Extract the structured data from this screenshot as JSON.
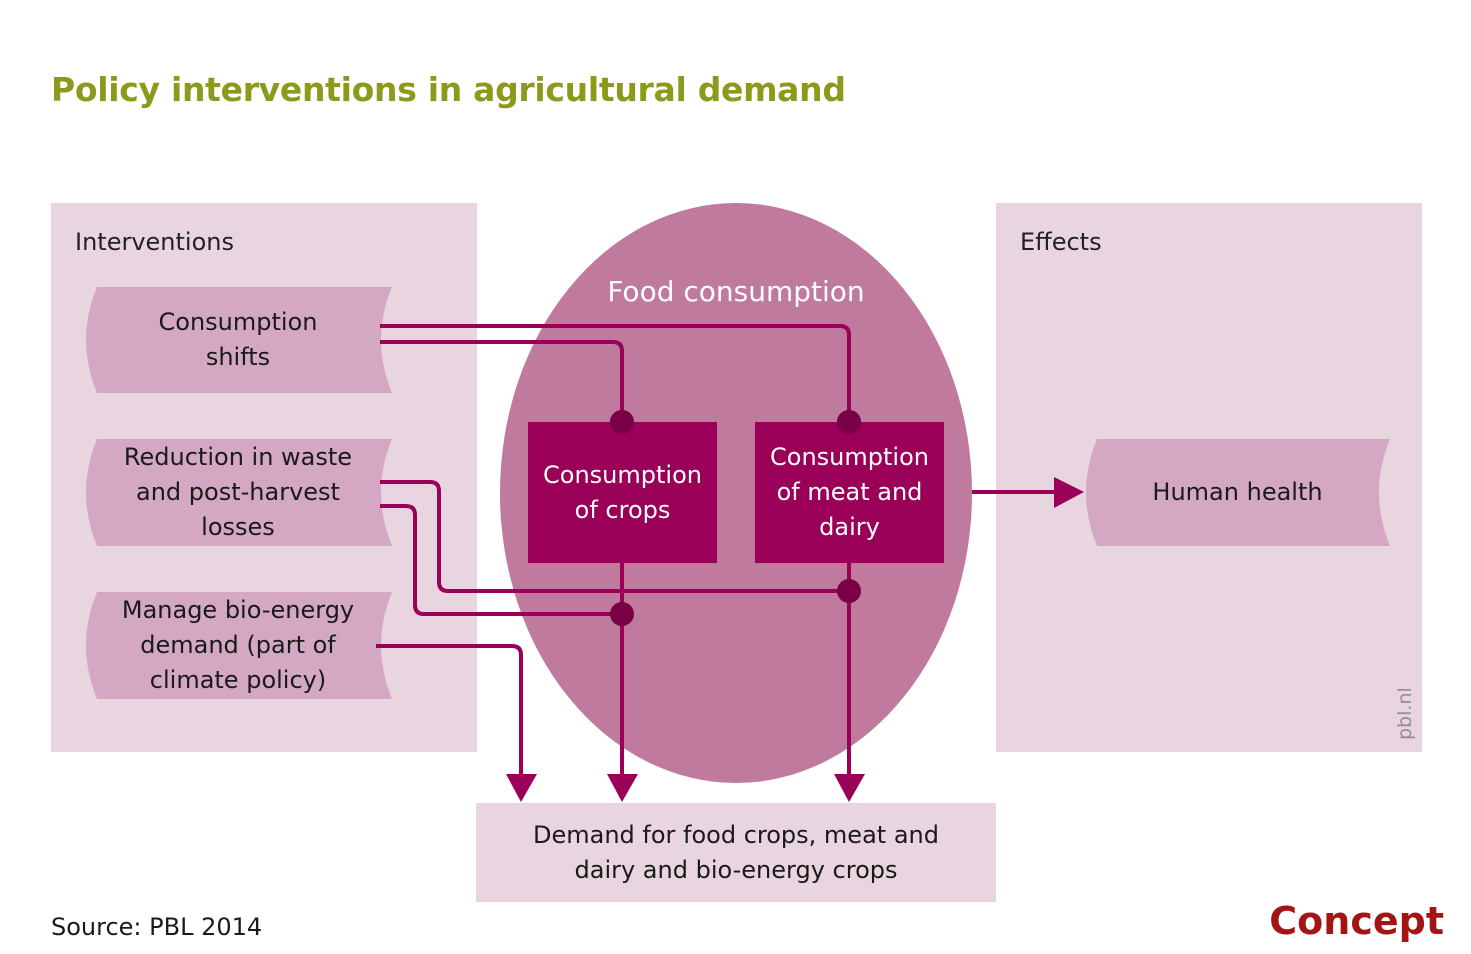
{
  "title": "Policy interventions in agricultural demand",
  "interventions": {
    "label": "Interventions",
    "items": [
      {
        "text": "Consumption shifts"
      },
      {
        "text": "Reduction in waste and post-harvest losses"
      },
      {
        "text": "Manage bio-energy demand (part of climate policy)"
      }
    ]
  },
  "food_consumption": {
    "label": "Food consumption",
    "crops": "Consumption of crops",
    "meat": "Consumption of meat and dairy"
  },
  "effects": {
    "label": "Effects",
    "health": "Human health"
  },
  "demand": "Demand for food crops, meat and dairy and bio-energy crops",
  "source": "Source: PBL 2014",
  "concept": "Concept",
  "watermark": "pbl.nl",
  "colors": {
    "title": "#8c9a1c",
    "panel": "#e8d5e0",
    "banner": "#d4a8c2",
    "ellipse": "#bf7a9e",
    "box": "#9b0058",
    "line": "#9b0058",
    "concept": "#a31515"
  }
}
